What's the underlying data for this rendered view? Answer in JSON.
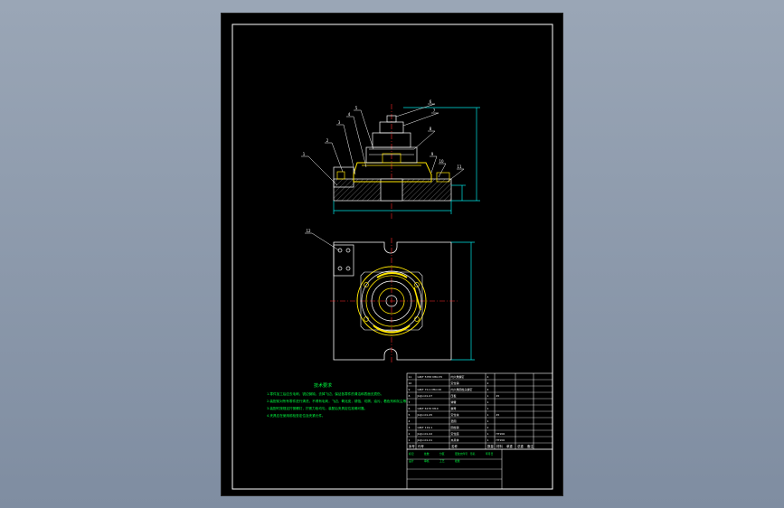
{
  "colors": {
    "background": "#8a97a9",
    "sheet": "#000000",
    "frame": "#ffffff",
    "body_outline": "#ffffff",
    "centerline": "#ff2a2a",
    "dimension": "#00e5e5",
    "part_highlight": "#ffe600",
    "leader": "#ffffff",
    "notes_text": "#00ff40",
    "hatch": "#5a5a5a"
  },
  "drawing": {
    "front_view_balloons": [
      "1",
      "2",
      "3",
      "4",
      "5",
      "6",
      "7",
      "8",
      "9",
      "10",
      "11"
    ],
    "top_view_balloons": [
      "12"
    ]
  },
  "notes": {
    "title": "技术要求",
    "lines": [
      "1.零件加工后应去毛刺，锐边倒钝，去掉飞边，保证各零件的清洁和表面无损伤。",
      "2.装配前对所有零件进行清洗，不得有毛刺，飞边，氧化皮，锈蚀，切屑，油污，着色剂和灰尘等。",
      "3.装配时按规定拧紧螺钉，拧紧力矩均匀。装配后夹具定位准确可靠。",
      "4.夹具应在使用前检查定位及夹紧元件。"
    ]
  },
  "title_block": {
    "header": [
      "序号",
      "代号",
      "名称",
      "数量",
      "材料",
      "单重",
      "总重",
      "备注"
    ],
    "rows": [
      [
        "11",
        "GB/T 5783 M8×35",
        "内六角螺钉",
        "4",
        "",
        ""
      ],
      [
        "10",
        "",
        "定位销",
        "2",
        "",
        ""
      ],
      [
        "9",
        "GB/T 70.1 M6×20",
        "内六角圆柱头螺钉",
        "4",
        "",
        ""
      ],
      [
        "8",
        "JIAJU-01-07",
        "压板",
        "1",
        "45",
        ""
      ],
      [
        "7",
        "",
        "弹簧",
        "1",
        "",
        ""
      ],
      [
        "6",
        "GB/T 6170 M10",
        "螺母",
        "1",
        "",
        ""
      ],
      [
        "5",
        "JIAJU-01-05",
        "定位块",
        "1",
        "45",
        ""
      ],
      [
        "4",
        "",
        "垫圈",
        "1",
        "",
        ""
      ],
      [
        "3",
        "GB/T 119.1",
        "圆柱销",
        "2",
        "",
        ""
      ],
      [
        "2",
        "JIAJU-01-02",
        "定位座",
        "1",
        "HT200",
        ""
      ],
      [
        "1",
        "JIAJU-01-01",
        "夹具体",
        "1",
        "HT200",
        ""
      ]
    ],
    "bottom_cells": [
      "标记",
      "处数",
      "分区",
      "更改文件号",
      "签名",
      "年月日",
      "设计",
      "审核",
      "工艺",
      "批准"
    ]
  }
}
